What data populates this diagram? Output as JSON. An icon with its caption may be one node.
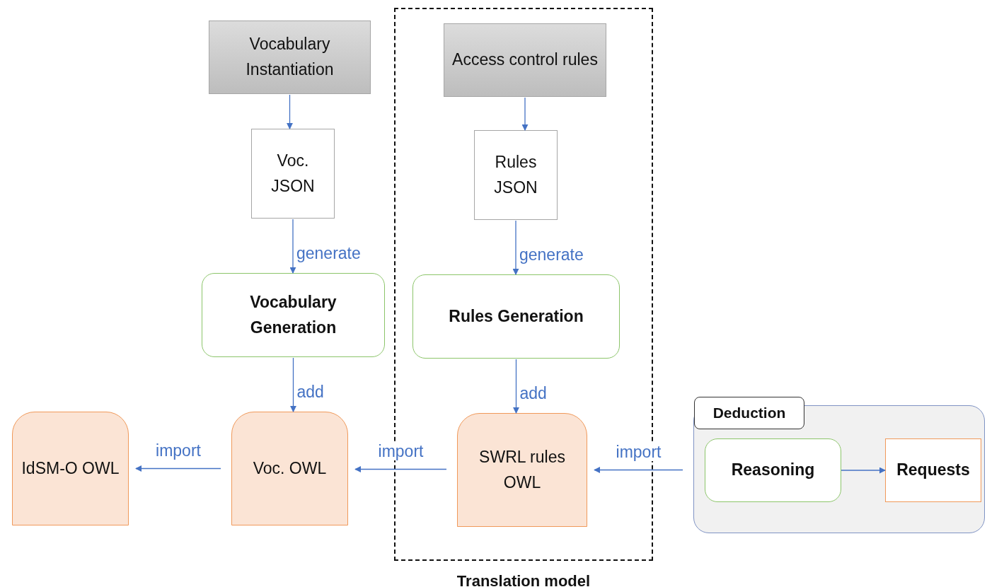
{
  "diagram": {
    "nodes": [
      {
        "text": [
          "Vocabulary Instantiation"
        ]
      },
      {
        "text": [
          "Translation model"
        ]
      },
      {
        "text": [
          "Access control rules"
        ],
        "in": 1
      },
      {
        "text": [
          "Voc. JSON"
        ]
      },
      {
        "text": [
          "Rules JSON"
        ],
        "in": 1
      },
      {
        "text": [
          "Vocabulary Generation"
        ]
      },
      {
        "text": [
          "Rules Generation"
        ],
        "in": 1
      },
      {
        "text": [
          "IdSM-O OWL"
        ]
      },
      {
        "text": [
          "Voc. OWL"
        ]
      },
      {
        "text": [
          "SWRL rules OWL"
        ],
        "in": 1
      },
      {
        "text": [
          "Deduction"
        ]
      },
      {
        "text": [
          "Reasoning"
        ],
        "in": 10
      },
      {
        "text": [
          "Requests"
        ],
        "in": 10
      }
    ],
    "edges": [
      {
        "from": 0,
        "to": 3,
        "arrow": "to"
      },
      {
        "from": 3,
        "to": 5,
        "arrow": "to",
        "label": "generate"
      },
      {
        "from": 5,
        "to": 8,
        "arrow": "to",
        "label": "add"
      },
      {
        "from": 2,
        "to": 4,
        "arrow": "to"
      },
      {
        "from": 4,
        "to": 6,
        "arrow": "to",
        "label": "generate"
      },
      {
        "from": 6,
        "to": 9,
        "arrow": "to",
        "label": "add"
      },
      {
        "from": 8,
        "to": 7,
        "arrow": "to",
        "label": "import"
      },
      {
        "from": 9,
        "to": 8,
        "arrow": "to",
        "label": "import"
      },
      {
        "from": 10,
        "to": 9,
        "arrow": "to",
        "label": "import"
      },
      {
        "from": 11,
        "to": 12,
        "arrow": "to"
      }
    ]
  }
}
